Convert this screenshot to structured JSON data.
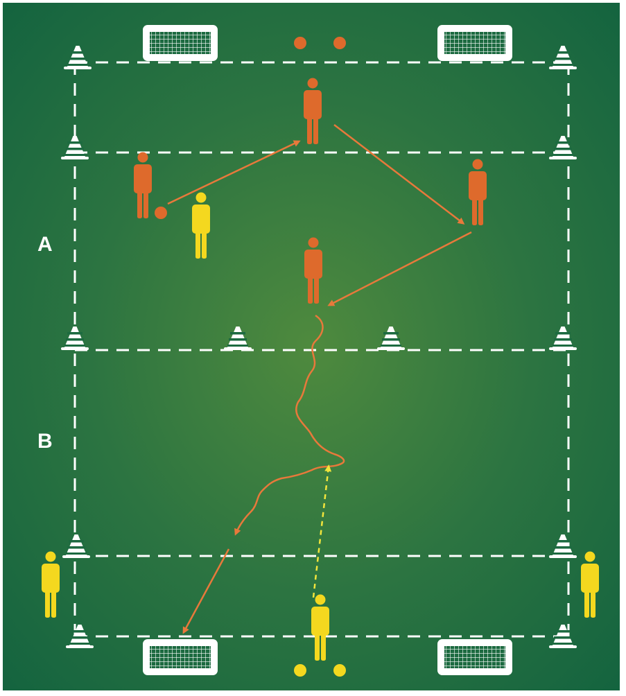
{
  "colors": {
    "pitch_center": "#4f8a3e",
    "pitch_edge": "#13633f",
    "lines": "#ffffff",
    "team_orange": "#de6a2c",
    "team_yellow": "#f4d81f",
    "arrow_orange": "#e8793b",
    "arrow_yellow": "#f2e53c"
  },
  "zones": {
    "a": {
      "label": "A"
    },
    "b": {
      "label": "B"
    }
  },
  "players": {
    "orange": [
      {
        "id": "orange-player-top",
        "has_ball": false
      },
      {
        "id": "orange-player-left",
        "has_ball": true
      },
      {
        "id": "orange-player-right",
        "has_ball": false
      },
      {
        "id": "orange-player-center",
        "has_ball": false
      }
    ],
    "yellow": [
      {
        "id": "yellow-defender-zone-a",
        "has_ball": false
      },
      {
        "id": "yellow-player-bottom-left",
        "has_ball": false
      },
      {
        "id": "yellow-player-bottom-right",
        "has_ball": false
      },
      {
        "id": "yellow-player-bottom-center",
        "has_ball": false
      }
    ]
  },
  "equipment": {
    "goals": [
      "mini-goal-top-left",
      "mini-goal-top-right",
      "mini-goal-bottom-left",
      "mini-goal-bottom-right"
    ],
    "ball_supply": [
      {
        "team": "orange",
        "count": 2
      },
      {
        "team": "yellow",
        "count": 2
      }
    ],
    "cone_count": 12
  },
  "movements": [
    {
      "type": "pass",
      "from": "orange-player-left",
      "to": "orange-player-top",
      "style": "solid"
    },
    {
      "type": "pass",
      "from": "orange-player-top",
      "to": "orange-player-right",
      "style": "solid"
    },
    {
      "type": "pass",
      "from": "orange-player-right",
      "to": "orange-player-center",
      "style": "solid"
    },
    {
      "type": "dribble",
      "from": "orange-player-center",
      "style": "wavy"
    },
    {
      "type": "shot",
      "to": "mini-goal-bottom-left",
      "style": "solid"
    },
    {
      "type": "run",
      "from": "yellow-player-bottom-center",
      "style": "dashed"
    }
  ]
}
